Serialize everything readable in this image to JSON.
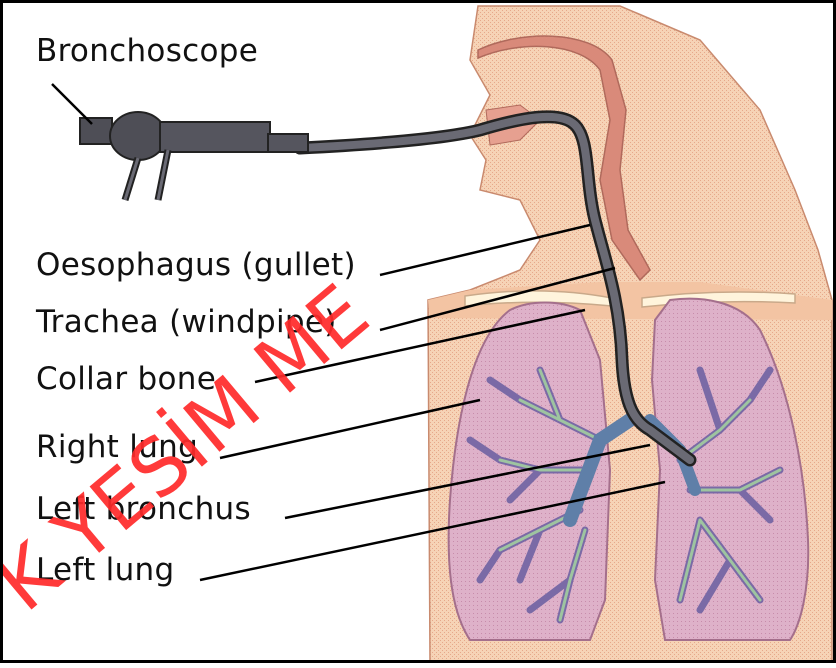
{
  "labels": {
    "bronchoscope": "Bronchoscope",
    "oesophagus": "Oesophagus (gullet)",
    "trachea": "Trachea (windpipe)",
    "collar_bone": "Collar bone",
    "right_lung": "Right lung",
    "left_bronchus": "Left bronchus",
    "left_lung": "Left lung"
  },
  "watermark": "K YESİM ME",
  "colors": {
    "skin": "#f3c9a6",
    "skin_dark": "#e7aa86",
    "airway": "#d98a7a",
    "lung": "#dfb0c8",
    "lung_edge": "#a46f8c",
    "bronchi_tree": "#7a6aa6",
    "bronchi_core": "#9ec4a0",
    "scope": "#4e4e56",
    "collar_bone": "#fff4dc",
    "watermark": "#ff2a2a"
  }
}
